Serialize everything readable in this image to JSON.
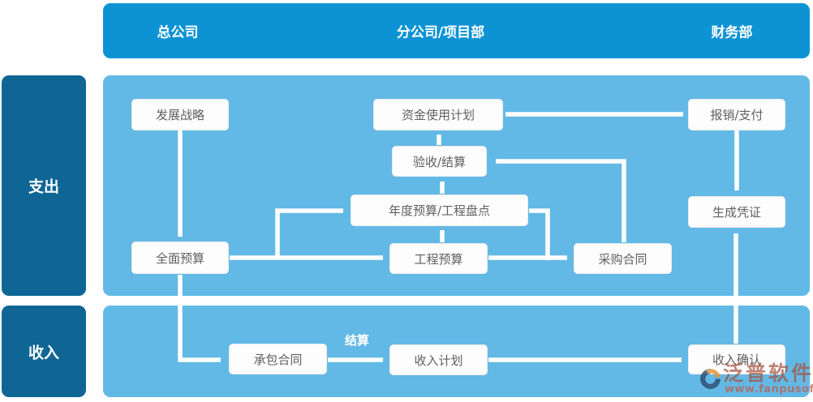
{
  "header": {
    "columns": [
      "总公司",
      "分公司/项目部",
      "财务部"
    ]
  },
  "sidebar": {
    "rows": [
      "支出",
      "收入"
    ]
  },
  "nodes": {
    "strategy": "发展战略",
    "fund_plan": "资金使用计划",
    "reimburse": "报销/支付",
    "acceptance": "验收/结算",
    "annual_budget": "年度预算/工程盘点",
    "voucher": "生成凭证",
    "overall_budget": "全面预算",
    "project_budget": "工程预算",
    "purchase_contract": "采购合同",
    "contracting": "承包合同",
    "income_plan": "收入计划",
    "income_confirm": "收入确认"
  },
  "labels": {
    "settlement": "结算"
  },
  "edges": [
    {
      "from": "发展战略",
      "to": "全面预算"
    },
    {
      "from": "资金使用计划",
      "to": "报销/支付"
    },
    {
      "from": "验收/结算",
      "to": "资金使用计划"
    },
    {
      "from": "年度预算/工程盘点",
      "to": "验收/结算"
    },
    {
      "from": "工程预算",
      "to": "年度预算/工程盘点"
    },
    {
      "from": "全面预算",
      "to": "工程预算"
    },
    {
      "from": "全面预算",
      "to": "年度预算/工程盘点"
    },
    {
      "from": "工程预算",
      "to": "采购合同"
    },
    {
      "from": "年度预算/工程盘点",
      "to": "采购合同"
    },
    {
      "from": "采购合同",
      "to": "验收/结算"
    },
    {
      "from": "报销/支付",
      "to": "生成凭证"
    },
    {
      "from": "收入确认",
      "to": "生成凭证"
    },
    {
      "from": "全面预算",
      "to": "承包合同"
    },
    {
      "from": "承包合同",
      "to": "收入计划",
      "label": "结算"
    },
    {
      "from": "收入计划",
      "to": "收入确认"
    }
  ],
  "watermark": {
    "brand": "泛普软件",
    "url": "www.fanpusoft.com"
  },
  "colors": {
    "header_blue": "#0d93d4",
    "lane_blue": "#63b9e6",
    "sidebar_blue": "#0f6695",
    "node_text_gray": "#5f5f5f",
    "arrow_white": "#ffffff",
    "watermark_red": "#a4523f"
  }
}
